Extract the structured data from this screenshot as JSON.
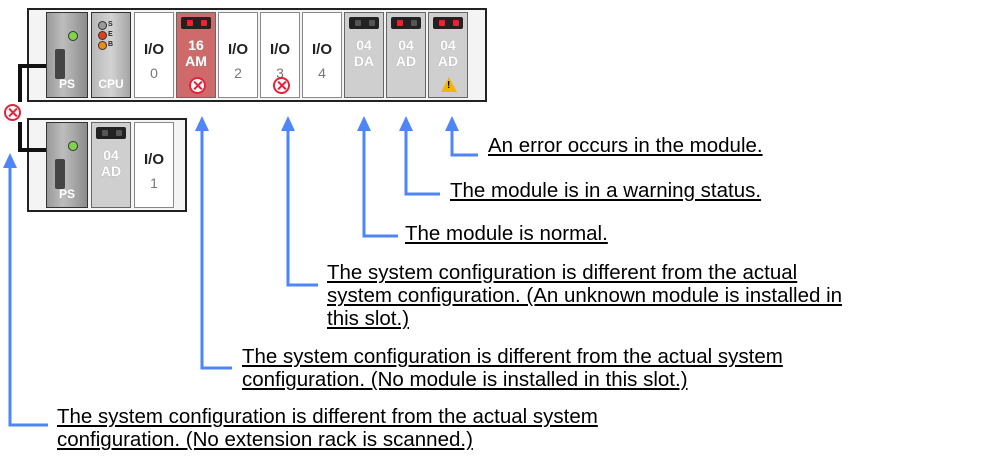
{
  "rack_main": {
    "power_supply_label": "PS",
    "cpu": {
      "label": "CPU",
      "led_labels": [
        "S",
        "E",
        "B"
      ]
    },
    "slots": [
      {
        "type": "io",
        "label": "I/O",
        "number": "0"
      },
      {
        "type": "module",
        "line1": "16",
        "line2": "AM",
        "status": "not-installed"
      },
      {
        "type": "io",
        "label": "I/O",
        "number": "2"
      },
      {
        "type": "io",
        "label": "I/O",
        "number": "3",
        "status": "unknown-module"
      },
      {
        "type": "io",
        "label": "I/O",
        "number": "4"
      },
      {
        "type": "module",
        "line1": "04",
        "line2": "DA",
        "status": "normal"
      },
      {
        "type": "module",
        "line1": "04",
        "line2": "AD",
        "status": "warning"
      },
      {
        "type": "module",
        "line1": "04",
        "line2": "AD",
        "status": "error"
      }
    ]
  },
  "rack_extension": {
    "power_supply_label": "PS",
    "slots": [
      {
        "type": "module",
        "line1": "04",
        "line2": "AD"
      },
      {
        "type": "io",
        "label": "I/O",
        "number": "1"
      }
    ]
  },
  "callouts": {
    "error": "An error occurs in the module.",
    "warning": "The module is in a warning status.",
    "normal": "The module is normal.",
    "unknown_module": [
      "The system configuration is different from the actual",
      "system configuration. (An unknown module is installed in",
      "this slot.)"
    ],
    "no_module": [
      "The system configuration is different from the actual system",
      "configuration. (No module is installed in this slot.)"
    ],
    "no_extension": [
      "The system configuration is different from the actual system",
      "configuration. (No extension rack is scanned.)"
    ]
  },
  "colors": {
    "arrow": "#4f86f7",
    "error_mark": "#e3233a",
    "warning_mark": "#f2b705"
  }
}
